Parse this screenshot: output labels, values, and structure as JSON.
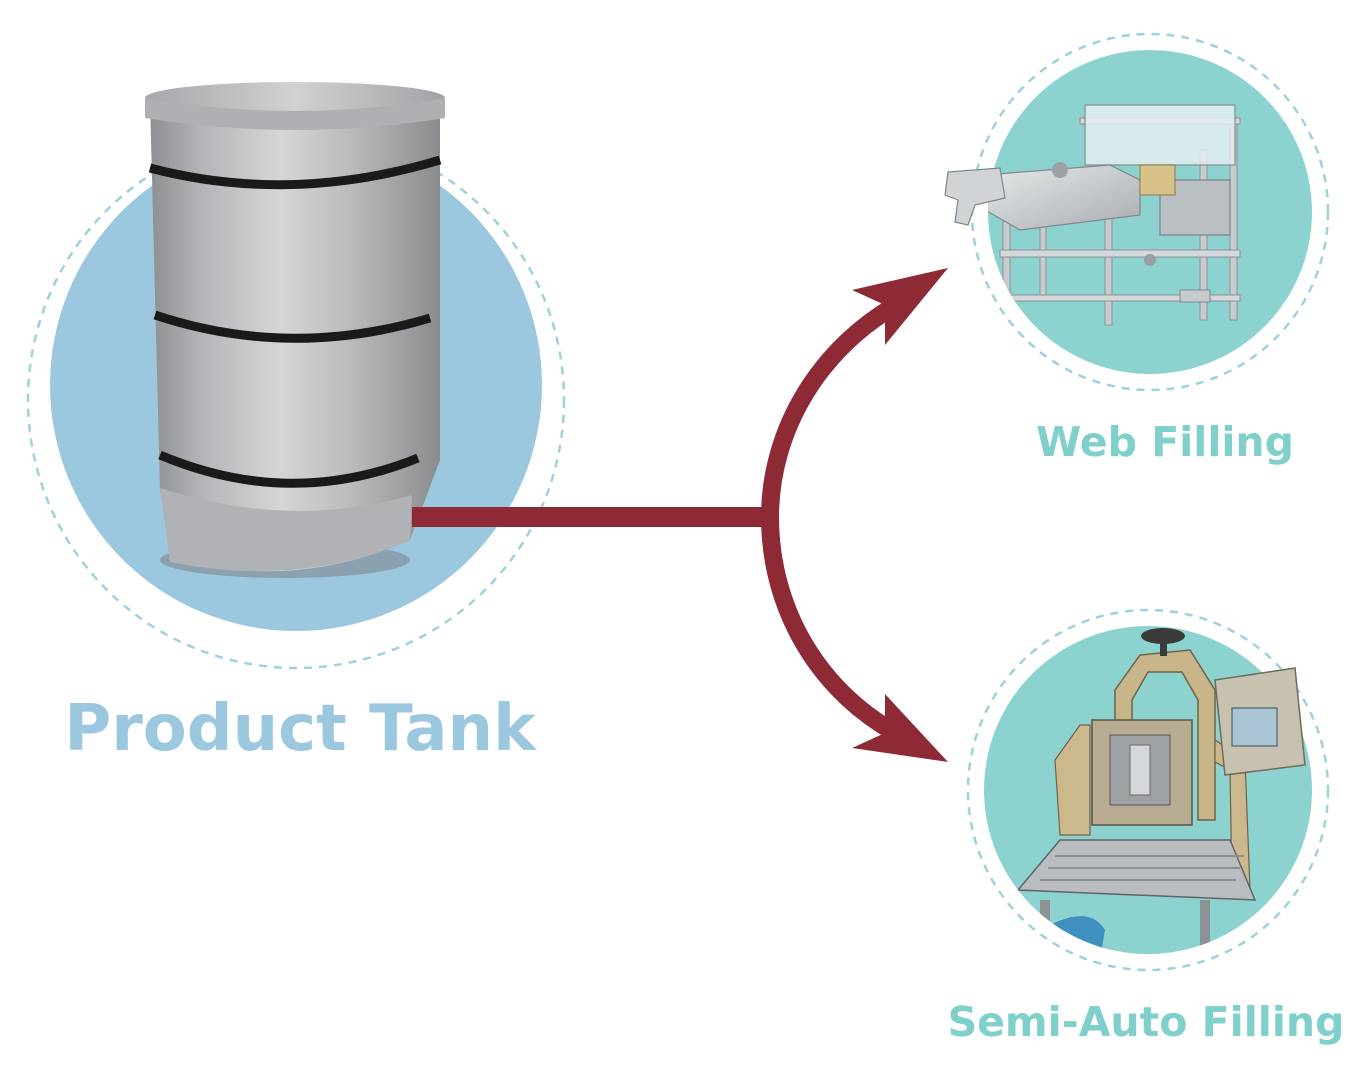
{
  "colors": {
    "tank_circle": "#9cc8df",
    "tank_label": "#9cc8df",
    "machine_circle": "#8cd3d0",
    "machine_label": "#7fcfca",
    "dashed_ring": "#9fd0dc",
    "arrow": "#8e2a35",
    "drum_body": "#b9bbbd",
    "drum_band": "#1a1a1a"
  },
  "nodes": {
    "tank": {
      "label": "Product Tank",
      "icon": "drum-icon"
    },
    "web": {
      "label": "Web Filling",
      "icon": "web-filling-machine-icon"
    },
    "semi": {
      "label": "Semi-Auto Filling",
      "icon": "semi-auto-filling-machine-icon"
    }
  },
  "edges": [
    {
      "from": "tank",
      "to": "web"
    },
    {
      "from": "tank",
      "to": "semi"
    }
  ]
}
